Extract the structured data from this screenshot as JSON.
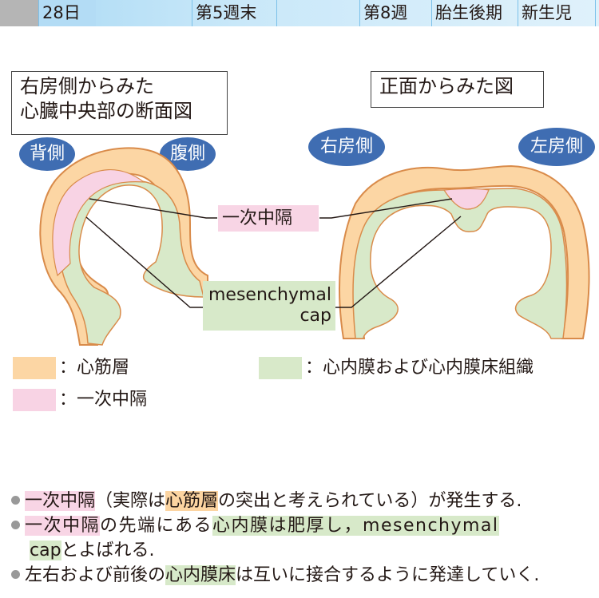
{
  "timeline": {
    "cells": [
      "28日",
      "第5週末",
      "第8週",
      "胎生後期",
      "新生児"
    ]
  },
  "left_panel": {
    "title_line1": "右房側からみた",
    "title_line2": "心臓中央部の断面図",
    "pill_left": "背側",
    "pill_right": "腹側"
  },
  "right_panel": {
    "title": "正面からみた図",
    "pill_left": "右房側",
    "pill_right": "左房側"
  },
  "callouts": {
    "septum_primum": "一次中隔",
    "cap_line1": "mesenchymal",
    "cap_line2": "cap"
  },
  "colors": {
    "myocardium": "#fcd6a4",
    "myocardium_stroke": "#d98b4a",
    "endocardium": "#d8e9c9",
    "septum": "#f8d3e4",
    "pill": "#3f6db2"
  },
  "legend": [
    {
      "label": "：心筋層",
      "color": "#fcd6a4"
    },
    {
      "label": "：心内膜および心内膜床組織",
      "color": "#d8e9c9"
    },
    {
      "label": "：一次中隔",
      "color": "#f8d3e4"
    }
  ],
  "bullets": {
    "b1": {
      "hl1": "一次中隔",
      "t1": "（実際は",
      "hl2": "心筋層",
      "t2": "の突出と考えられている）が発生する."
    },
    "b2": {
      "hl1": "一次中隔",
      "t1": "の先端にある",
      "hl2": "心内膜は肥厚し，mesenchymal",
      "hl3": "cap",
      "t2": "とよばれる."
    },
    "b3": {
      "t1": "左右および前後の",
      "hl1": "心内膜床",
      "t2": "は互いに接合するように発達していく."
    }
  }
}
